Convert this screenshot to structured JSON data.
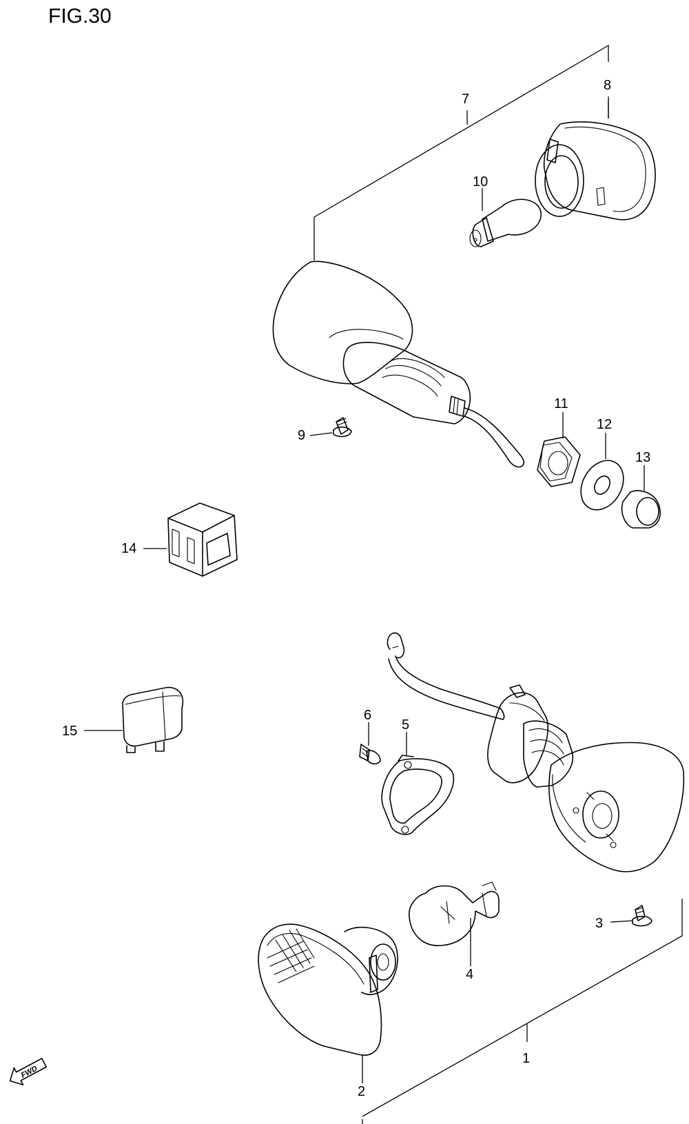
{
  "figure": {
    "title": "FIG.30"
  },
  "fwd_badge": "FWD",
  "callouts": {
    "c1": "1",
    "c2": "2",
    "c3": "3",
    "c4": "4",
    "c5": "5",
    "c6": "6",
    "c7": "7",
    "c8": "8",
    "c9": "9",
    "c10": "10",
    "c11": "11",
    "c12": "12",
    "c13": "13",
    "c14": "14",
    "c15": "15"
  },
  "colors": {
    "line": "#000000",
    "background": "#ffffff"
  }
}
